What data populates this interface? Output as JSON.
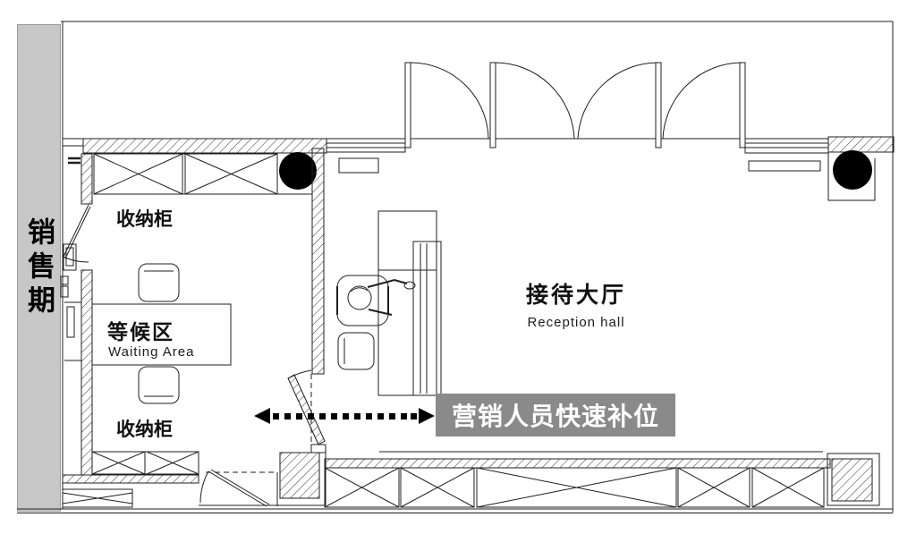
{
  "sidebar": {
    "label": "销售期",
    "bg": "#c7c7c7"
  },
  "plan": {
    "waiting_area": {
      "zh": "等候区",
      "en": "Waiting Area"
    },
    "reception_hall": {
      "zh": "接待大厅",
      "en": "Reception hall"
    },
    "cabinet_top": "收纳柜",
    "cabinet_bottom": "收纳柜"
  },
  "annotation": {
    "label": "营销人员快速补位",
    "bg": "#8a8a8a",
    "fg": "#ffffff"
  },
  "colors": {
    "line": "#1f1f1f",
    "column_fill": "#000000",
    "wall_hatch": "#333333"
  }
}
